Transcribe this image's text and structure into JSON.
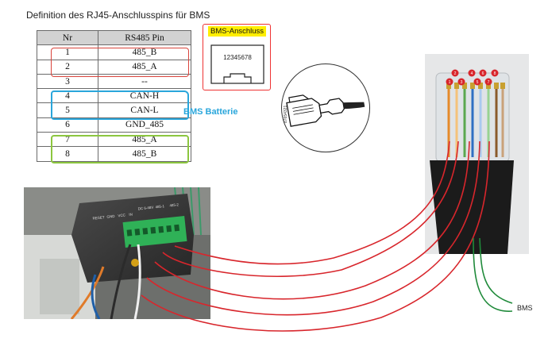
{
  "title": "Definition des RJ45-Anschlusspins für BMS",
  "table": {
    "headers": [
      "Nr",
      "RS485 Pin"
    ],
    "rows": [
      {
        "nr": "1",
        "pin": "485_B"
      },
      {
        "nr": "2",
        "pin": "485_A"
      },
      {
        "nr": "3",
        "pin": "--"
      },
      {
        "nr": "4",
        "pin": "CAN-H"
      },
      {
        "nr": "5",
        "pin": "CAN-L"
      },
      {
        "nr": "6",
        "pin": "GND_485"
      },
      {
        "nr": "7",
        "pin": "485_A"
      },
      {
        "nr": "8",
        "pin": "485_B"
      }
    ]
  },
  "highlights": {
    "rs485_group_color": "#d9433b",
    "can_group_color": "#2aa6db",
    "rs485_b_group_color": "#8cc63f"
  },
  "bms_batterie_label": "BMS Batterie",
  "bms_anschluss": {
    "label": "BMS-Anschluss",
    "pin_numbers": "12345678"
  },
  "connector_marking": "87654321",
  "board_labels": [
    "RESET",
    "GND",
    "VCC",
    "IN",
    "DC 6-48V",
    "485-1",
    "485-2"
  ],
  "pin_badges": [
    "1",
    "2",
    "3",
    "4",
    "5",
    "6",
    "7",
    "8"
  ],
  "bms_label": "BMS",
  "wire_colors": {
    "red": "#d8262c",
    "green": "#1f8a3a"
  }
}
